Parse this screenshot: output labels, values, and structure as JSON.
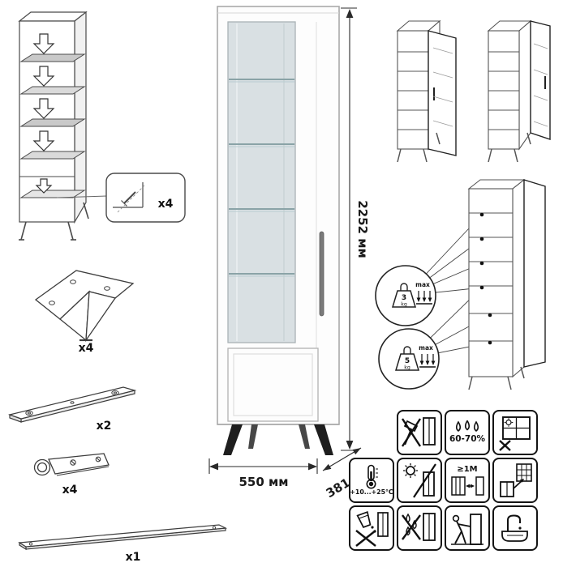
{
  "dimensions": {
    "height": "2252 мм",
    "width": "550 мм",
    "depth": "381 мм"
  },
  "parts": [
    {
      "name": "shelf-fastener-detail",
      "qty": "x4"
    },
    {
      "name": "leg-bracket",
      "qty": "x4"
    },
    {
      "name": "mounting-rail",
      "qty": "x2"
    },
    {
      "name": "hinge",
      "qty": "x4"
    },
    {
      "name": "handle-bar",
      "qty": "x1"
    }
  ],
  "load_limits": [
    {
      "shelf": "glass-shelf",
      "value": "3",
      "unit": "kg",
      "note": "max"
    },
    {
      "shelf": "bottom-shelf",
      "value": "5",
      "unit": "kg",
      "note": "max"
    }
  ],
  "care_grid": {
    "cells": [
      {
        "name": "no-hammer"
      },
      {
        "name": "humidity",
        "text": "60-70%"
      },
      {
        "name": "window-ventilation"
      },
      {
        "name": "temperature",
        "text": "+10...+25°C"
      },
      {
        "name": "no-direct-sunlight"
      },
      {
        "name": "heater-distance",
        "text": "≥1M"
      },
      {
        "name": "wall-anchor"
      },
      {
        "name": "no-spill"
      },
      {
        "name": "no-wet-cleaning"
      },
      {
        "name": "carry-cabinet"
      },
      {
        "name": "sink-care"
      }
    ]
  }
}
